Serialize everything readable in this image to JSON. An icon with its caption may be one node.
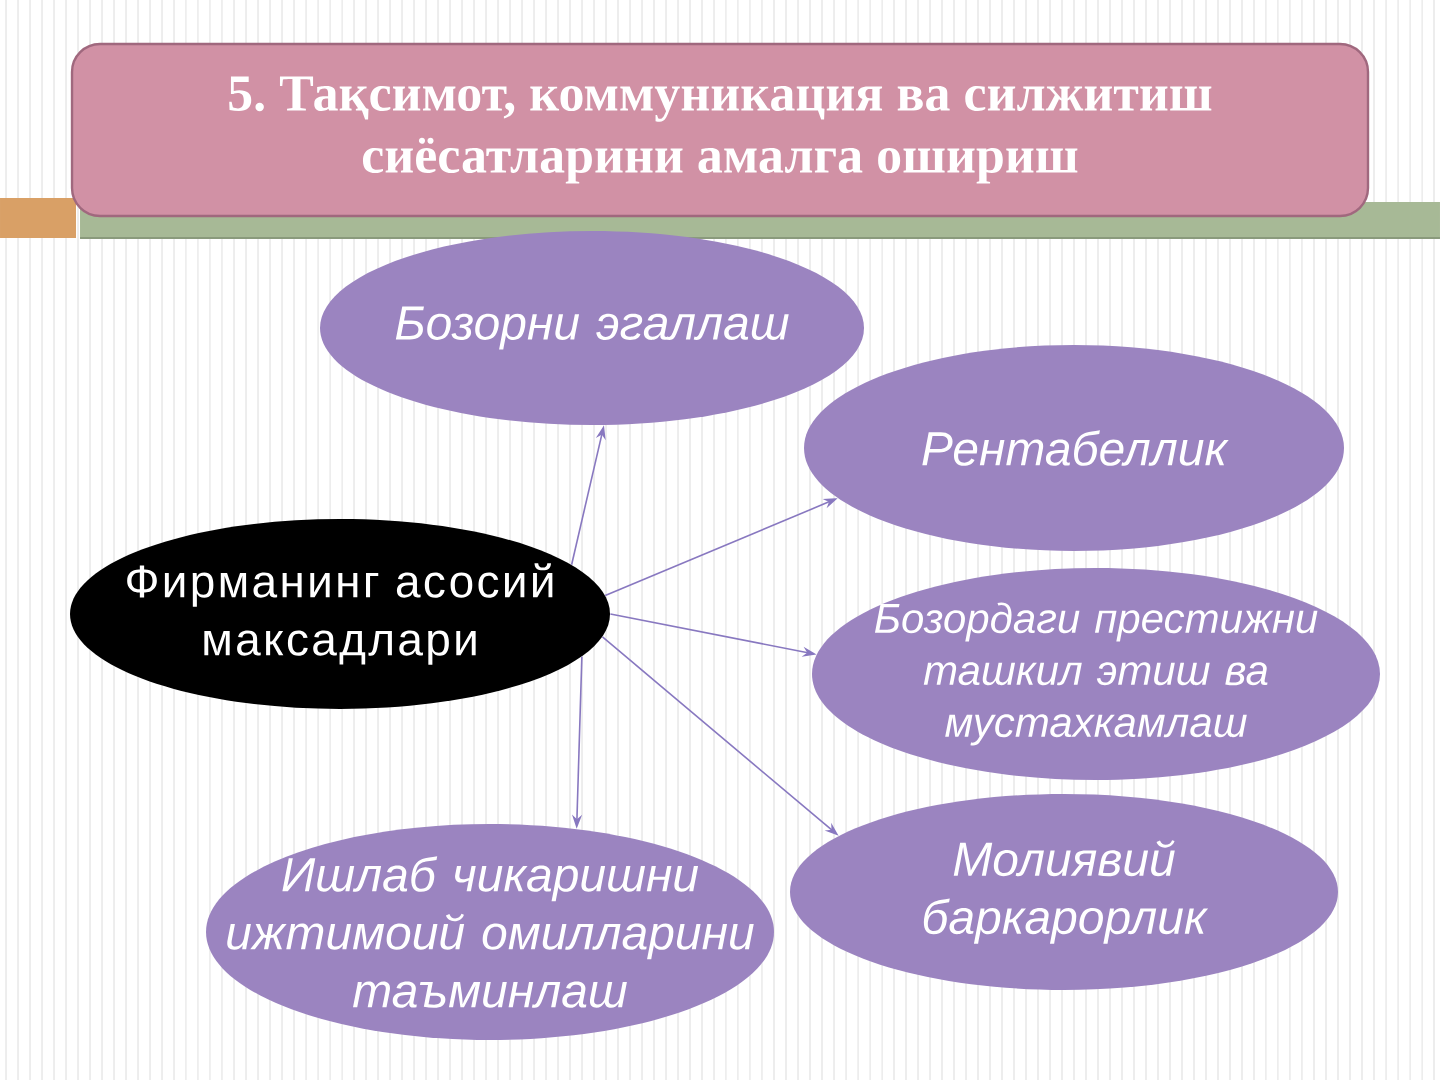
{
  "diagram": {
    "title": "5. Тақсимот, коммуникация ва силжитиш сиёсатларини амалга ошириш",
    "nodes": [
      {
        "text": [
          "Бозорни эгаллаш"
        ]
      },
      {
        "text": [
          "Рентабеллик"
        ]
      },
      {
        "text": [
          "Фирманинг асосий максадлари"
        ]
      },
      {
        "text": [
          "Бозордаги престижни ташкил этиш ва мустахкамлаш"
        ]
      },
      {
        "text": [
          "Ишлаб чикаришни ижтимоий омилларини таъминлаш"
        ]
      },
      {
        "text": [
          "Молиявий баркарорлик"
        ]
      }
    ],
    "edges": [
      {
        "from": 2,
        "to": 0,
        "arrow": "to"
      },
      {
        "from": 2,
        "to": 1,
        "arrow": "to"
      },
      {
        "from": 2,
        "to": 3,
        "arrow": "to"
      },
      {
        "from": 2,
        "to": 4,
        "arrow": "to"
      },
      {
        "from": 2,
        "to": 5,
        "arrow": "to"
      }
    ]
  }
}
